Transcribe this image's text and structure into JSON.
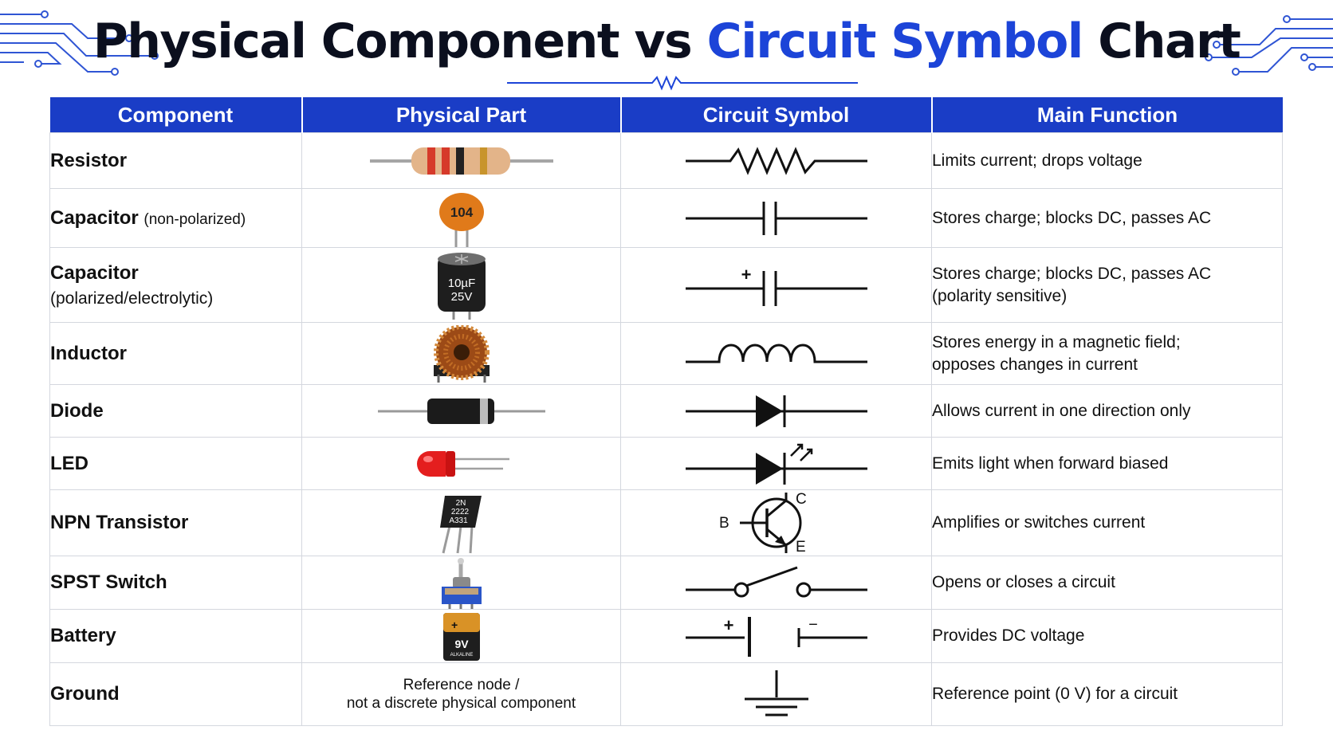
{
  "title": {
    "part1": "Physical Component vs ",
    "accent": "Circuit Symbol",
    "part2": " Chart"
  },
  "headers": [
    "Component",
    "Physical Part",
    "Circuit Symbol",
    "Main Function"
  ],
  "rows": [
    {
      "name": "Resistor",
      "function": "Limits current; drops voltage"
    },
    {
      "name": "Capacitor",
      "sub": "(non-polarized)",
      "label": "104",
      "function": "Stores charge; blocks DC, passes AC"
    },
    {
      "name": "Capacitor",
      "sub": "(polarized/electrolytic)",
      "label1": "10µF",
      "label2": "25V",
      "plus": "+",
      "function1": "Stores charge; blocks DC, passes AC",
      "function2": "(polarity sensitive)"
    },
    {
      "name": "Inductor",
      "function1": "Stores energy in a magnetic field;",
      "function2": "opposes changes in current"
    },
    {
      "name": "Diode",
      "function": "Allows current in one direction only"
    },
    {
      "name": "LED",
      "function": "Emits light when forward biased"
    },
    {
      "name": "NPN Transistor",
      "label1": "2N",
      "label2": "2222",
      "label3": "A331",
      "b": "B",
      "c": "C",
      "e": "E",
      "function": "Amplifies or switches current"
    },
    {
      "name": "SPST Switch",
      "function": "Opens or closes a circuit"
    },
    {
      "name": "Battery",
      "plus": "+",
      "minus": "−",
      "label1": "9V",
      "label2": "ALKALINE",
      "function": "Provides DC voltage"
    },
    {
      "name": "Ground",
      "note1": "Reference node  /",
      "note2": "not a discrete physical component",
      "function": "Reference point (0 V) for a circuit"
    }
  ],
  "colors": {
    "accent": "#1c44d8",
    "header_bg": "#1a3dc6",
    "title": "#0b0f1e"
  }
}
